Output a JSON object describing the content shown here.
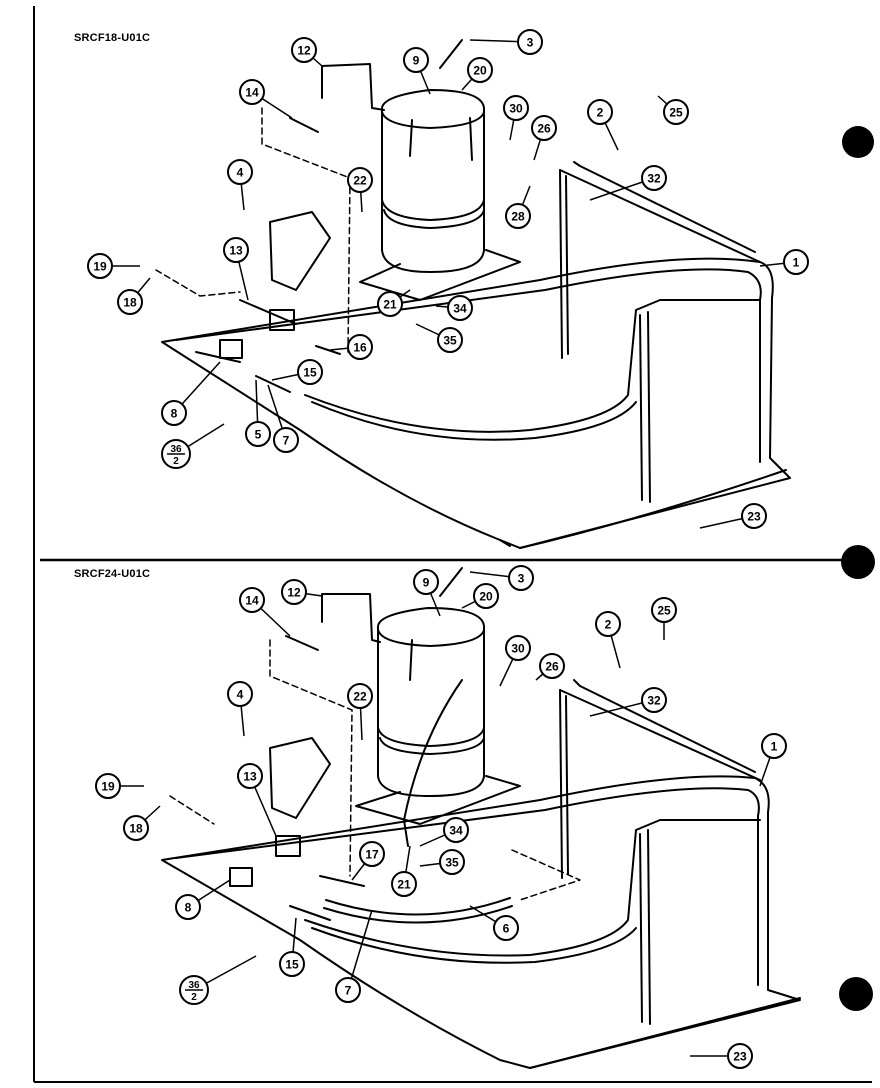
{
  "views": [
    {
      "model": "SRCF18-U01C",
      "callouts": [
        "1",
        "2",
        "3",
        "4",
        "5",
        "7",
        "8",
        "9",
        "12",
        "13",
        "14",
        "15",
        "16",
        "18",
        "19",
        "20",
        "21",
        "22",
        "23",
        "25",
        "26",
        "28",
        "30",
        "32",
        "34",
        "35"
      ],
      "fraction_callout": {
        "top": "36",
        "bottom": "2"
      }
    },
    {
      "model": "SRCF24-U01C",
      "callouts": [
        "1",
        "2",
        "3",
        "4",
        "6",
        "7",
        "8",
        "9",
        "12",
        "13",
        "14",
        "15",
        "17",
        "18",
        "19",
        "20",
        "21",
        "22",
        "23",
        "25",
        "26",
        "30",
        "32",
        "34",
        "35"
      ],
      "fraction_callout": {
        "top": "36",
        "bottom": "2"
      }
    }
  ]
}
